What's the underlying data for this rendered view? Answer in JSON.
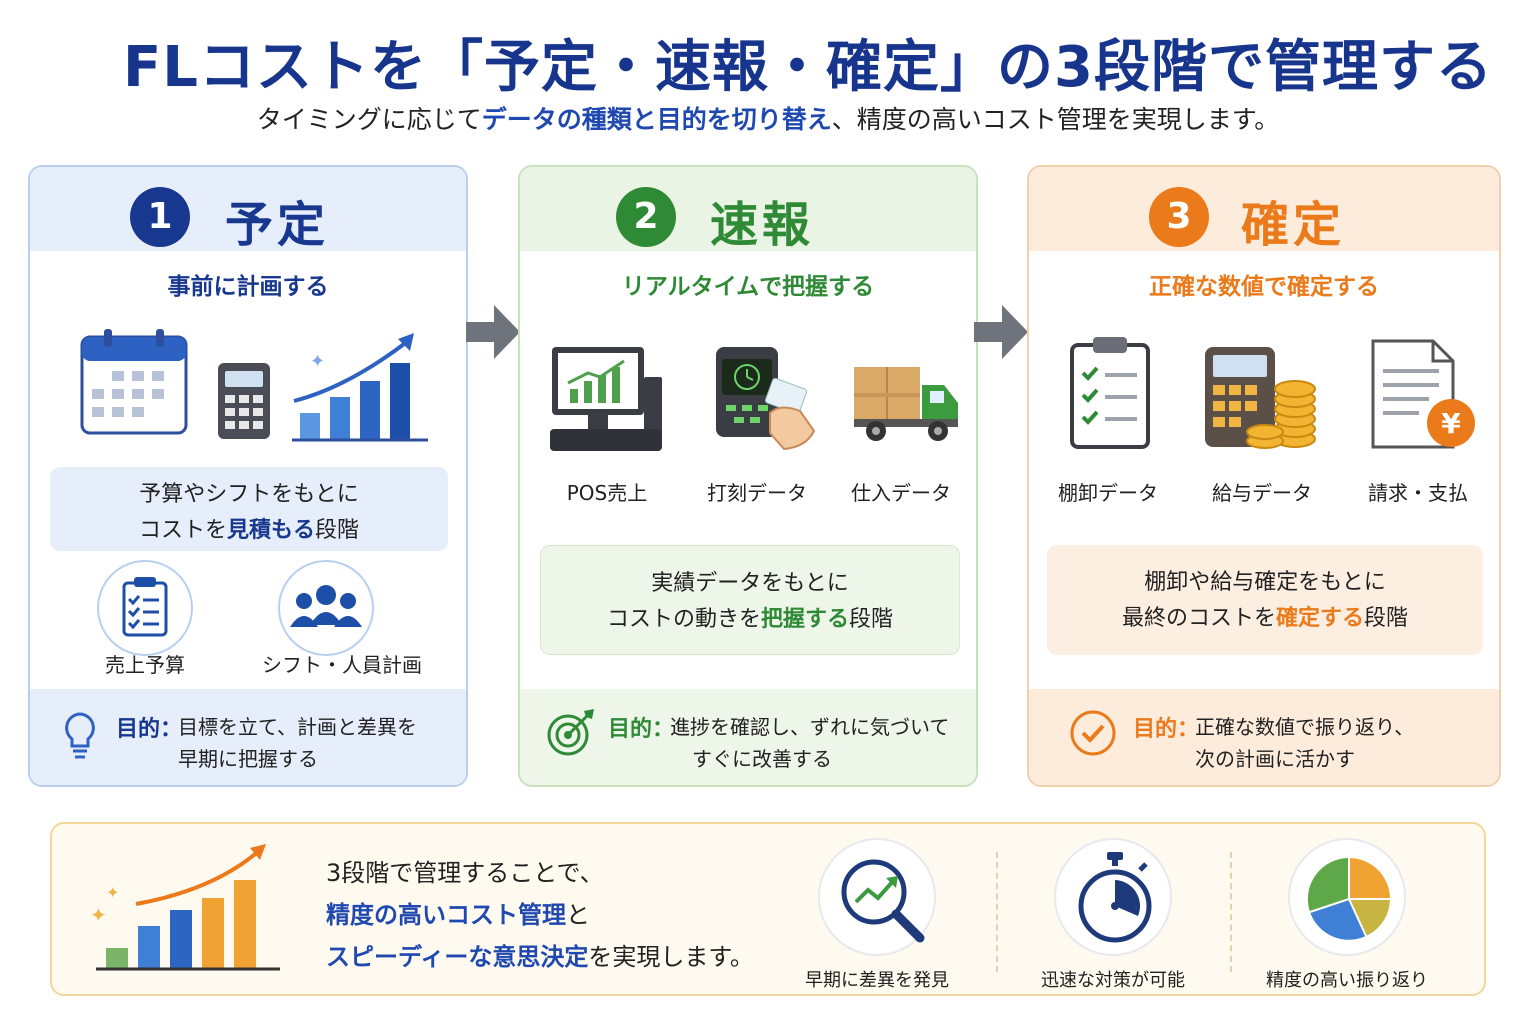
{
  "header": {
    "title": "FLコストを「予定・速報・確定」の3段階で管理する",
    "subtitle_a": "タイミングに応じて",
    "subtitle_hl": "データの種類と目的を切り替え",
    "subtitle_b": "、精度の高いコスト管理を実現します。"
  },
  "colors": {
    "navy": "#18388f",
    "green": "#2f8a36",
    "orange": "#ea7a1a"
  },
  "stages": [
    {
      "number": "1",
      "name": "予定",
      "tagline": "事前に計画する",
      "icons": [
        "calendar-icon",
        "calculator-icon",
        "growth-chart-icon"
      ],
      "desc_line1": "予算やシフトをもとに",
      "desc_line2_a": "コストを",
      "desc_line2_hl": "見積もる",
      "desc_line2_b": "段階",
      "sub_items": [
        {
          "icon": "clipboard-icon",
          "label": "売上予算"
        },
        {
          "icon": "people-icon",
          "label": "シフト・人員計画"
        }
      ],
      "purpose_key": "目的：",
      "purpose_icon": "lightbulb-icon",
      "purpose_line1": "目標を立て、計画と差異を",
      "purpose_line2": "早期に把握する"
    },
    {
      "number": "2",
      "name": "速報",
      "tagline": "リアルタイムで把握する",
      "items": [
        {
          "icon": "pos-terminal-icon",
          "label": "POS売上"
        },
        {
          "icon": "time-clock-icon",
          "label": "打刻データ"
        },
        {
          "icon": "delivery-truck-icon",
          "label": "仕入データ"
        }
      ],
      "desc_line1": "実績データをもとに",
      "desc_line2_a": "コストの動きを",
      "desc_line2_hl": "把握する",
      "desc_line2_b": "段階",
      "purpose_key": "目的：",
      "purpose_icon": "target-icon",
      "purpose_line1": "進捗を確認し、ずれに気づいて",
      "purpose_line2": "すぐに改善する"
    },
    {
      "number": "3",
      "name": "確定",
      "tagline": "正確な数値で確定する",
      "items": [
        {
          "icon": "checklist-icon",
          "label": "棚卸データ"
        },
        {
          "icon": "calculator-coins-icon",
          "label": "給与データ"
        },
        {
          "icon": "invoice-yen-icon",
          "label": "請求・支払"
        }
      ],
      "desc_line1": "棚卸や給与確定をもとに",
      "desc_line2_a": "最終のコストを",
      "desc_line2_hl": "確定する",
      "desc_line2_b": "段階",
      "purpose_key": "目的：",
      "purpose_icon": "check-circle-icon",
      "purpose_line1": "正確な数値で振り返り、",
      "purpose_line2": "次の計画に活かす"
    }
  ],
  "summary": {
    "line1": "3段階で管理することで、",
    "line2_hl": "精度の高いコスト管理",
    "line2_b": "と",
    "line3_hl": "スピーディーな意思決定",
    "line3_b": "を実現します。",
    "features": [
      {
        "icon": "magnifier-trend-icon",
        "label": "早期に差異を発見"
      },
      {
        "icon": "stopwatch-icon",
        "label": "迅速な対策が可能"
      },
      {
        "icon": "pie-chart-icon",
        "label": "精度の高い振り返り"
      }
    ]
  }
}
